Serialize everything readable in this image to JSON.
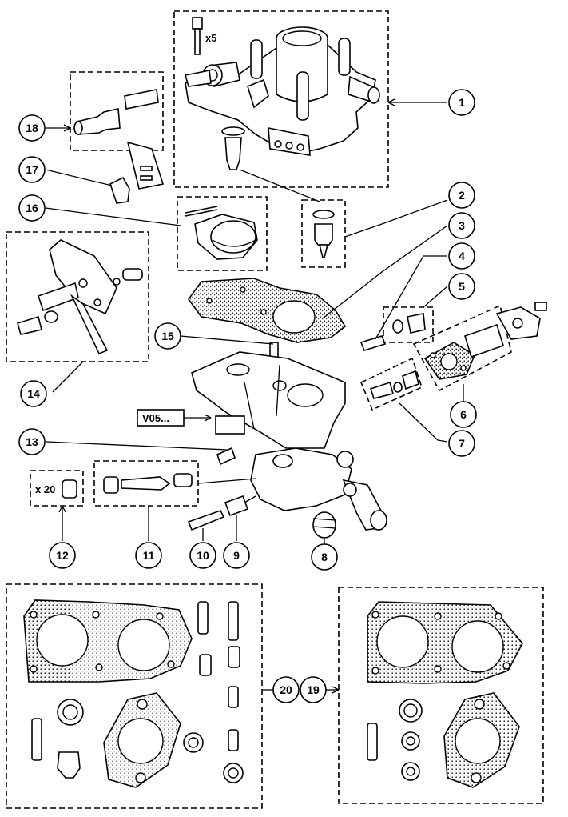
{
  "callouts": [
    {
      "id": "c1",
      "label": "1"
    },
    {
      "id": "c2",
      "label": "2"
    },
    {
      "id": "c3",
      "label": "3"
    },
    {
      "id": "c4",
      "label": "4"
    },
    {
      "id": "c5",
      "label": "5"
    },
    {
      "id": "c6",
      "label": "6"
    },
    {
      "id": "c7",
      "label": "7"
    },
    {
      "id": "c8",
      "label": "8"
    },
    {
      "id": "c9",
      "label": "9"
    },
    {
      "id": "c10",
      "label": "10"
    },
    {
      "id": "c11",
      "label": "11"
    },
    {
      "id": "c12",
      "label": "12"
    },
    {
      "id": "c13",
      "label": "13"
    },
    {
      "id": "c14",
      "label": "14"
    },
    {
      "id": "c15",
      "label": "15"
    },
    {
      "id": "c16",
      "label": "16"
    },
    {
      "id": "c17",
      "label": "17"
    },
    {
      "id": "c18",
      "label": "18"
    },
    {
      "id": "c19",
      "label": "19"
    },
    {
      "id": "c20",
      "label": "20"
    }
  ],
  "annotations": {
    "screws_qty": "x5",
    "plugs_qty": "x 20",
    "code_label": "V05..."
  }
}
